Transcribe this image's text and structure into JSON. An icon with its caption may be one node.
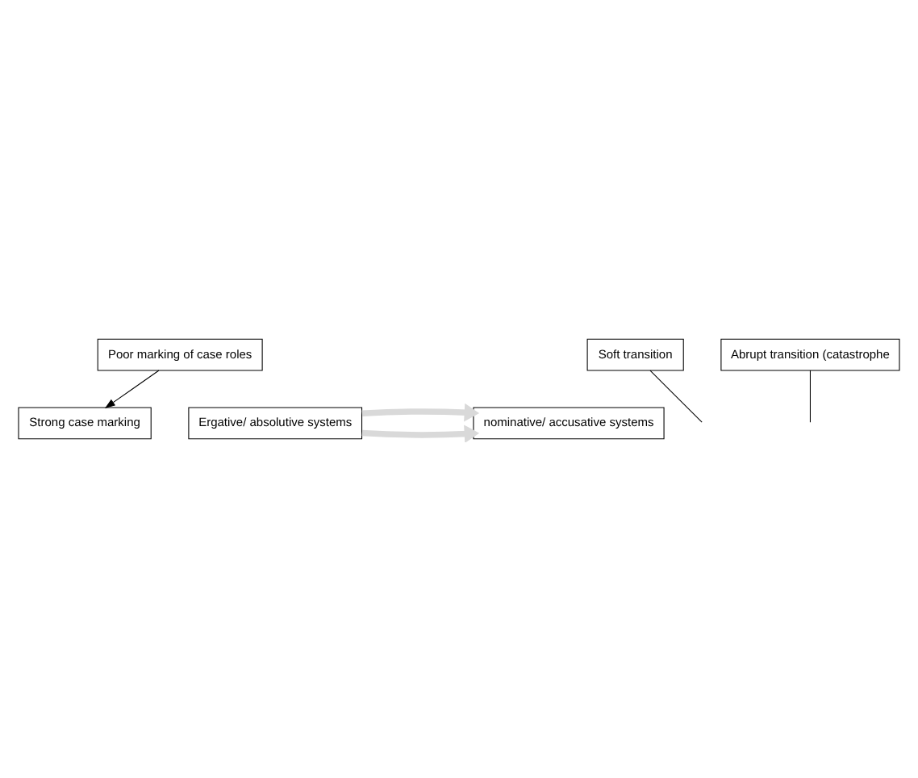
{
  "diagram": {
    "nodes": [
      {
        "text": [
          "Poor marking of case roles"
        ]
      },
      {
        "text": [
          "Soft transition"
        ]
      },
      {
        "text": [
          "Ergative/ absolutive systems"
        ]
      },
      {
        "text": [
          "nominative/ accusative systems"
        ]
      },
      {
        "text": [
          "Strong case marking"
        ]
      },
      {
        "text": [
          "Abrupt transition (catastrophe"
        ]
      }
    ],
    "edges": [
      {
        "from": 0,
        "to": 4,
        "arrow": "to"
      },
      {
        "from": 2,
        "to": 3,
        "arrow": "to",
        "style": "thick",
        "color": "#d9d9d9"
      },
      {
        "from": 2,
        "to": 3,
        "arrow": "to",
        "style": "thick",
        "color": "#d9d9d9"
      },
      {
        "from": 1,
        "to": null,
        "arrow": "none"
      },
      {
        "from": 5,
        "to": null,
        "arrow": "none"
      }
    ]
  }
}
